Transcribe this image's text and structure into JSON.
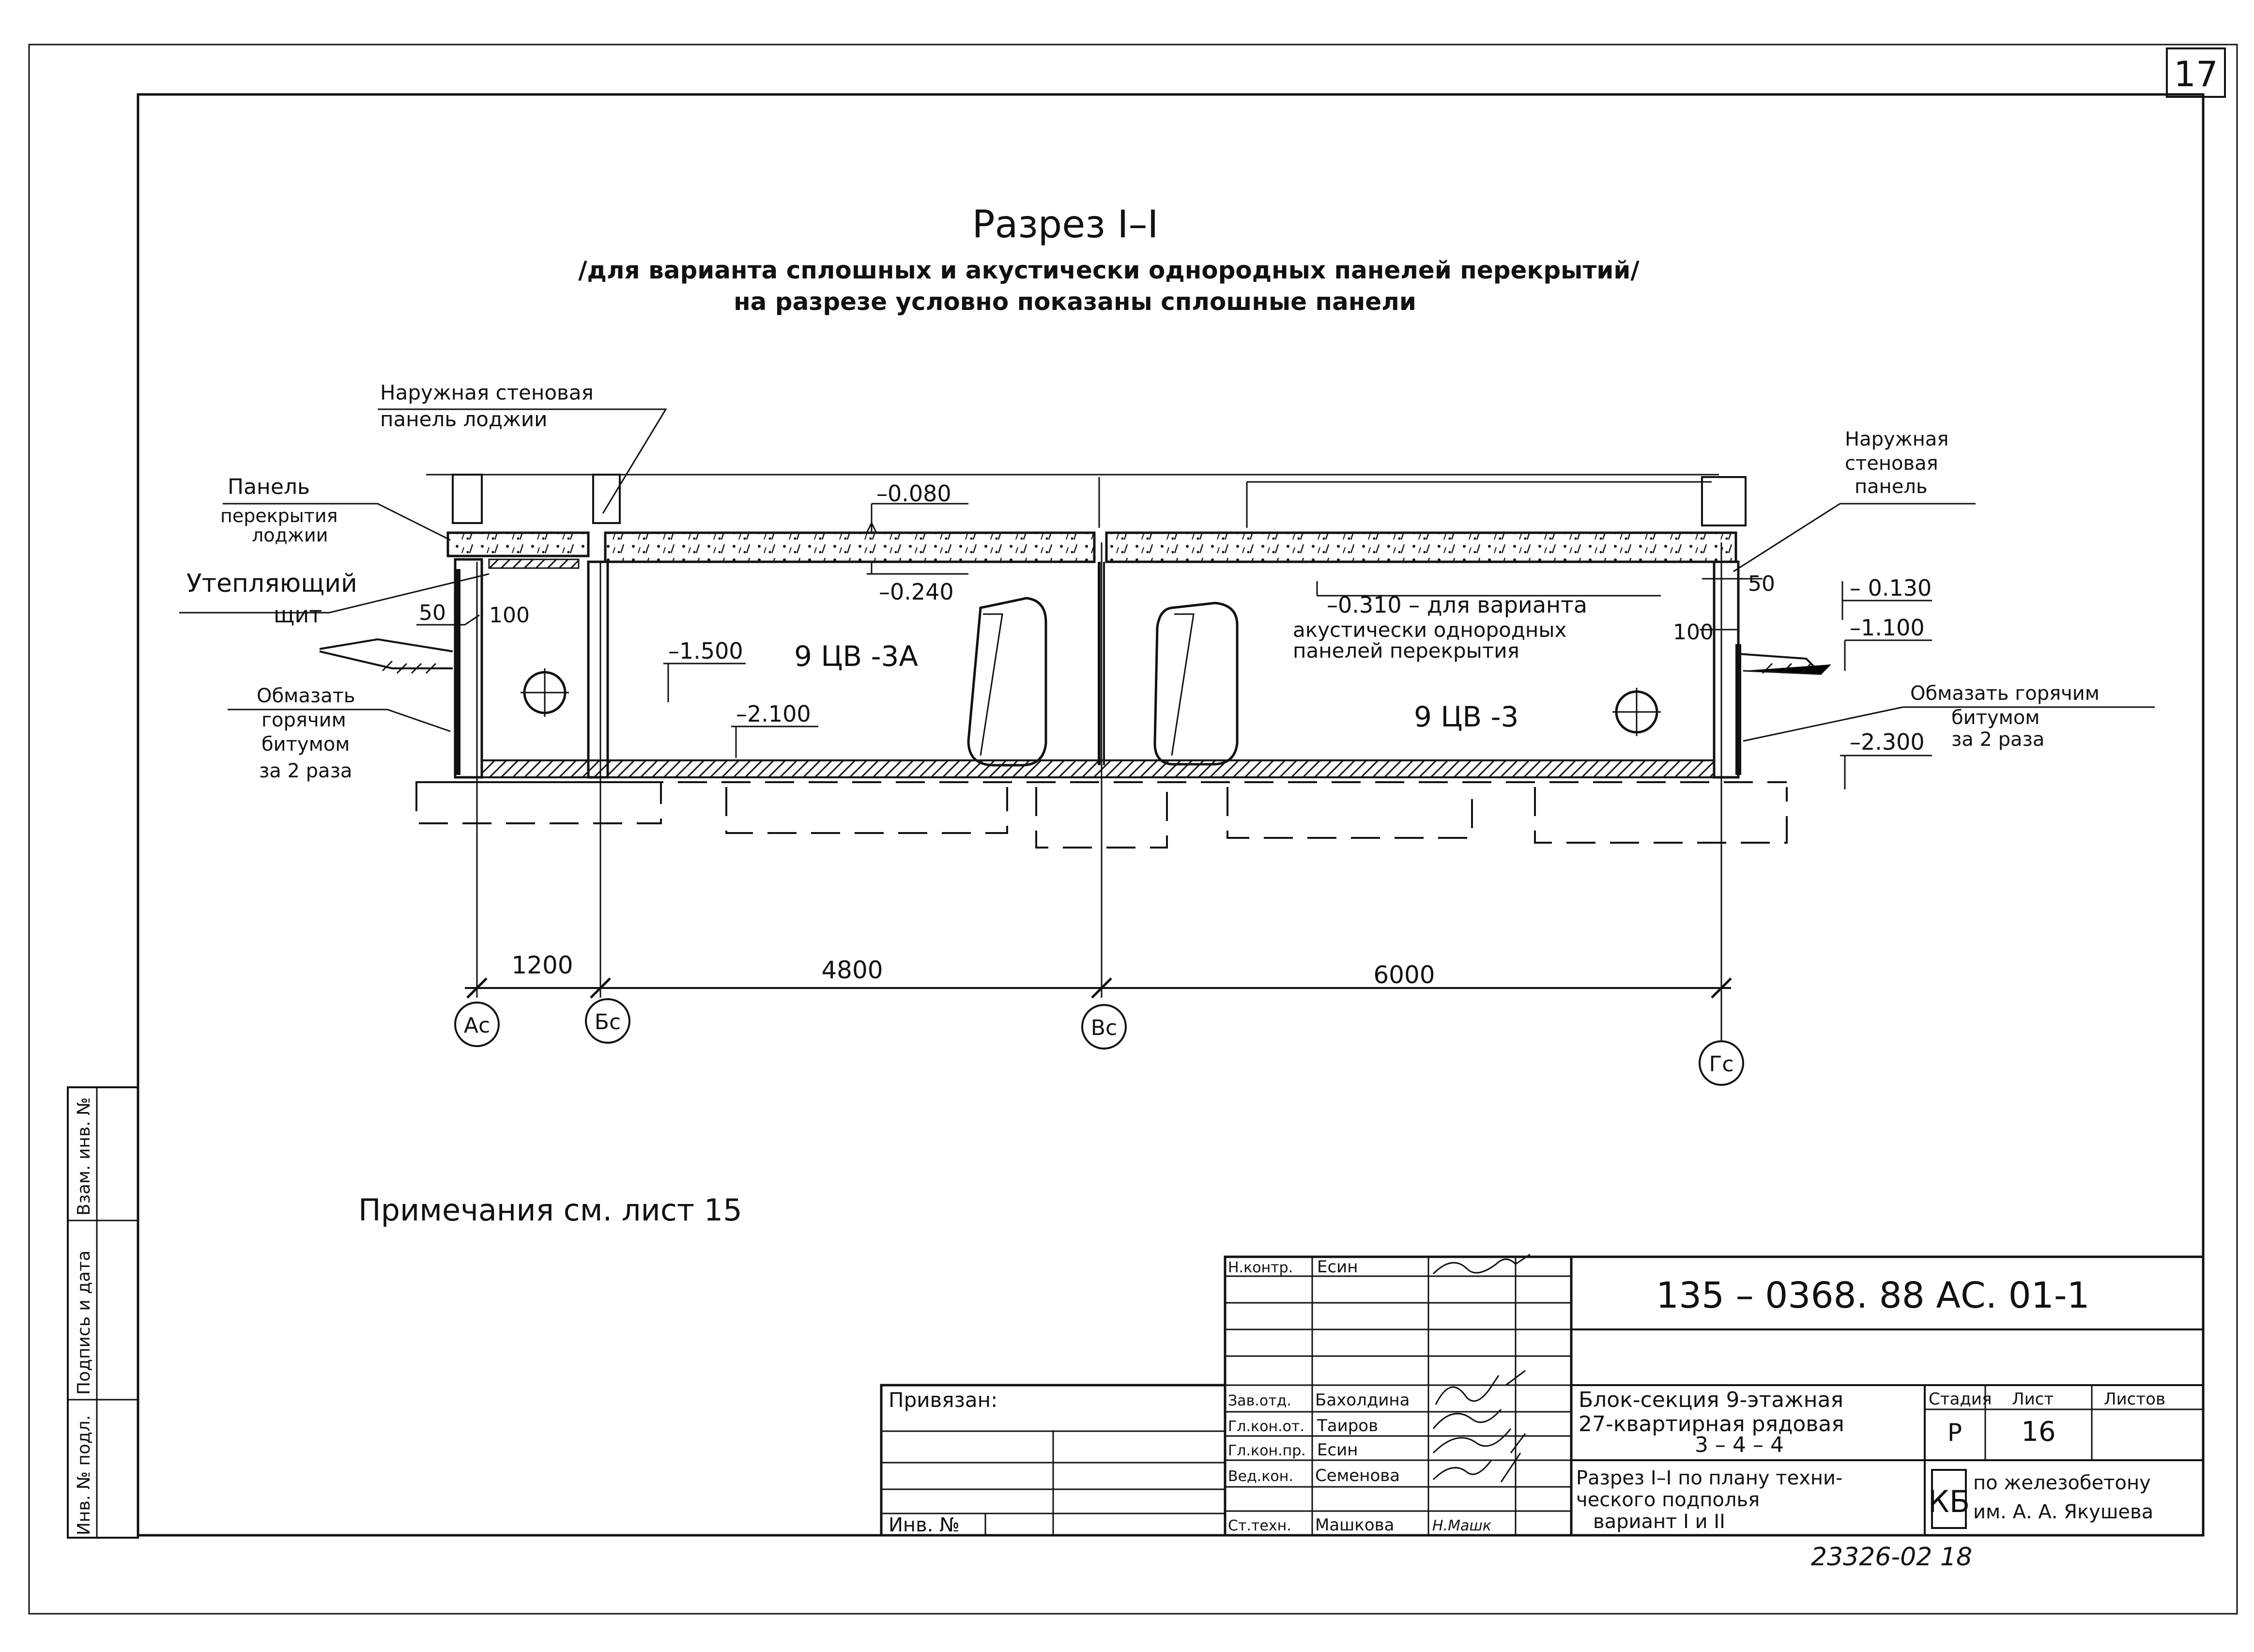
{
  "sheet": {
    "page_number": "17"
  },
  "section": {
    "title": "Разрез I–I",
    "subtitle_1": "/для варианта сплошных и акустически однородных панелей перекрытий/",
    "subtitle_2": "на разрезе условно показаны сплошные панели"
  },
  "callouts": {
    "loggia_wall_panel_1": "Наружная стеновая",
    "loggia_wall_panel_2": "панель лоджии",
    "loggia_slab_1": "Панель",
    "loggia_slab_2": "перекрытия",
    "loggia_slab_3": "лоджии",
    "insulation_1": "Утепляющий",
    "insulation_2": "щит",
    "bitumen_left_1": "Обмазать",
    "bitumen_left_2": "горячим",
    "bitumen_left_3": "битумом",
    "bitumen_left_4": "за 2 раза",
    "ext_wall_1": "Наружная",
    "ext_wall_2": "стеновая",
    "ext_wall_3": "панель",
    "bitumen_right_1": "Обмазать горячим",
    "bitumen_right_2": "битумом",
    "bitumen_right_3": "за 2 раза",
    "acoustic_1": "–0.310 – для варианта",
    "acoustic_2": "акустически однородных",
    "acoustic_3": "панелей перекрытия"
  },
  "elevations": {
    "e_0080": "–0.080",
    "e_0240": "–0.240",
    "e_1500": "–1.500",
    "e_2100": "–2.100",
    "e_0130": "– 0.130",
    "e_1100": "–1.100",
    "e_2300": "–2.300"
  },
  "dimensions": {
    "d_50_left": "50",
    "d_100_left": "100",
    "d_50_right": "50",
    "d_100_right": "100",
    "span_1200": "1200",
    "span_4800": "4800",
    "span_6000": "6000"
  },
  "blocks": {
    "left": "9 ЦВ -3А",
    "right": "9 ЦВ -3"
  },
  "axes": {
    "a": "Ас",
    "b": "Бс",
    "c": "Вс",
    "d": "Гс"
  },
  "note": "Примечания  см.  лист 15",
  "side_stamp": {
    "c1": "Инв. № подл.",
    "c2": "Подпись и дата",
    "c3": "Взам. инв. №"
  },
  "title_block": {
    "doc_code": "135 – 0368. 88   АС. 01-1",
    "privyazan": "Привязан:",
    "inv_no": "Инв. №",
    "project_1": "Блок-секция 9-этажная",
    "project_2": "27-квартирная рядовая",
    "project_3": "3 – 4 – 4",
    "drawing_1": "Разрез I–I по плану техни-",
    "drawing_2": "ческого подполья",
    "drawing_3": "вариант I и II",
    "org_logo": "КБ",
    "org_1": "по железобетону",
    "org_2": "им. А. А. Якушева",
    "stage_label": "Стадия",
    "sheet_label": "Лист",
    "sheets_label": "Листов",
    "stage": "Р",
    "sheet_no": "16",
    "sheets_total": "",
    "staff": [
      {
        "role": "Н.контр.",
        "name": "Есин"
      },
      {
        "role": "Зав.отд.",
        "name": "Бахолдина"
      },
      {
        "role": "Гл.кон.от.",
        "name": "Таиров"
      },
      {
        "role": "Гл.кон.пр.",
        "name": "Есин"
      },
      {
        "role": "Вед.кон.",
        "name": "Семенова"
      },
      {
        "role": "Ст.техн.",
        "name": "Машкова"
      }
    ],
    "last_signature": "Н.Машк"
  },
  "archive_no": "23326-02  18"
}
